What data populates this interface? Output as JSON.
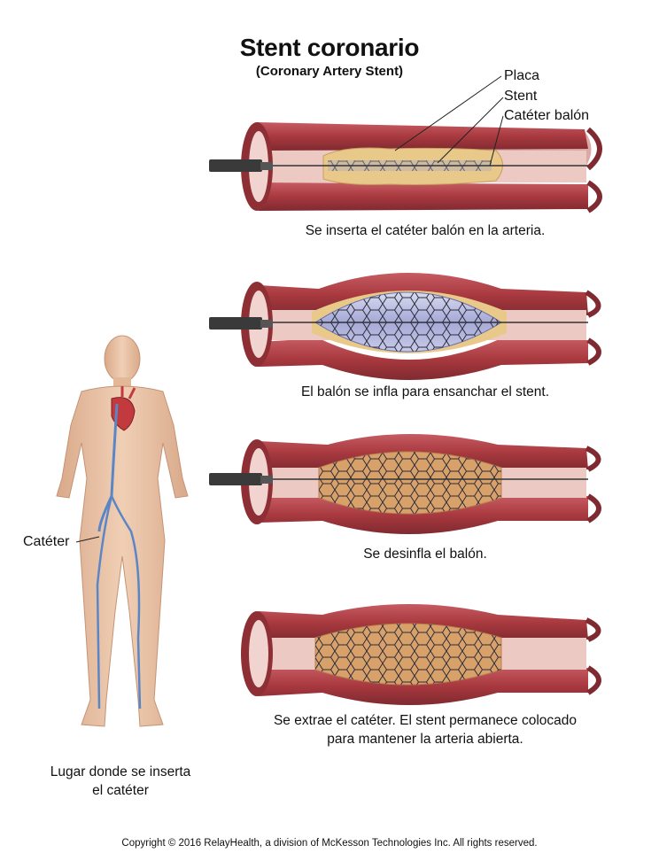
{
  "header": {
    "title": "Stent coronario",
    "subtitle": "(Coronary Artery Stent)"
  },
  "labels": {
    "plaque": "Placa",
    "stent": "Stent",
    "balloon_catheter": "Catéter balón",
    "catheter": "Catéter"
  },
  "steps": [
    {
      "caption": "Se inserta el catéter balón en la arteria."
    },
    {
      "caption": "El balón se infla para ensanchar el stent."
    },
    {
      "caption": "Se desinfla el balón."
    },
    {
      "caption_line1": "Se extrae el catéter. El stent permanece colocado",
      "caption_line2": "para mantener la arteria abierta."
    }
  ],
  "body_figure": {
    "caption_line1": "Lugar donde se inserta",
    "caption_line2": "el catéter"
  },
  "footer": {
    "copyright": "Copyright © 2016 RelayHealth, a division of McKesson Technologies Inc. All rights reserved."
  },
  "colors": {
    "artery_wall": "#b8484f",
    "artery_inner": "#e7b9b5",
    "plaque": "#e8c98a",
    "balloon": "#b9bde0",
    "stent_mesh": "#2c2c3a",
    "skin": "#e8c2a4",
    "vein": "#5b86c6"
  }
}
